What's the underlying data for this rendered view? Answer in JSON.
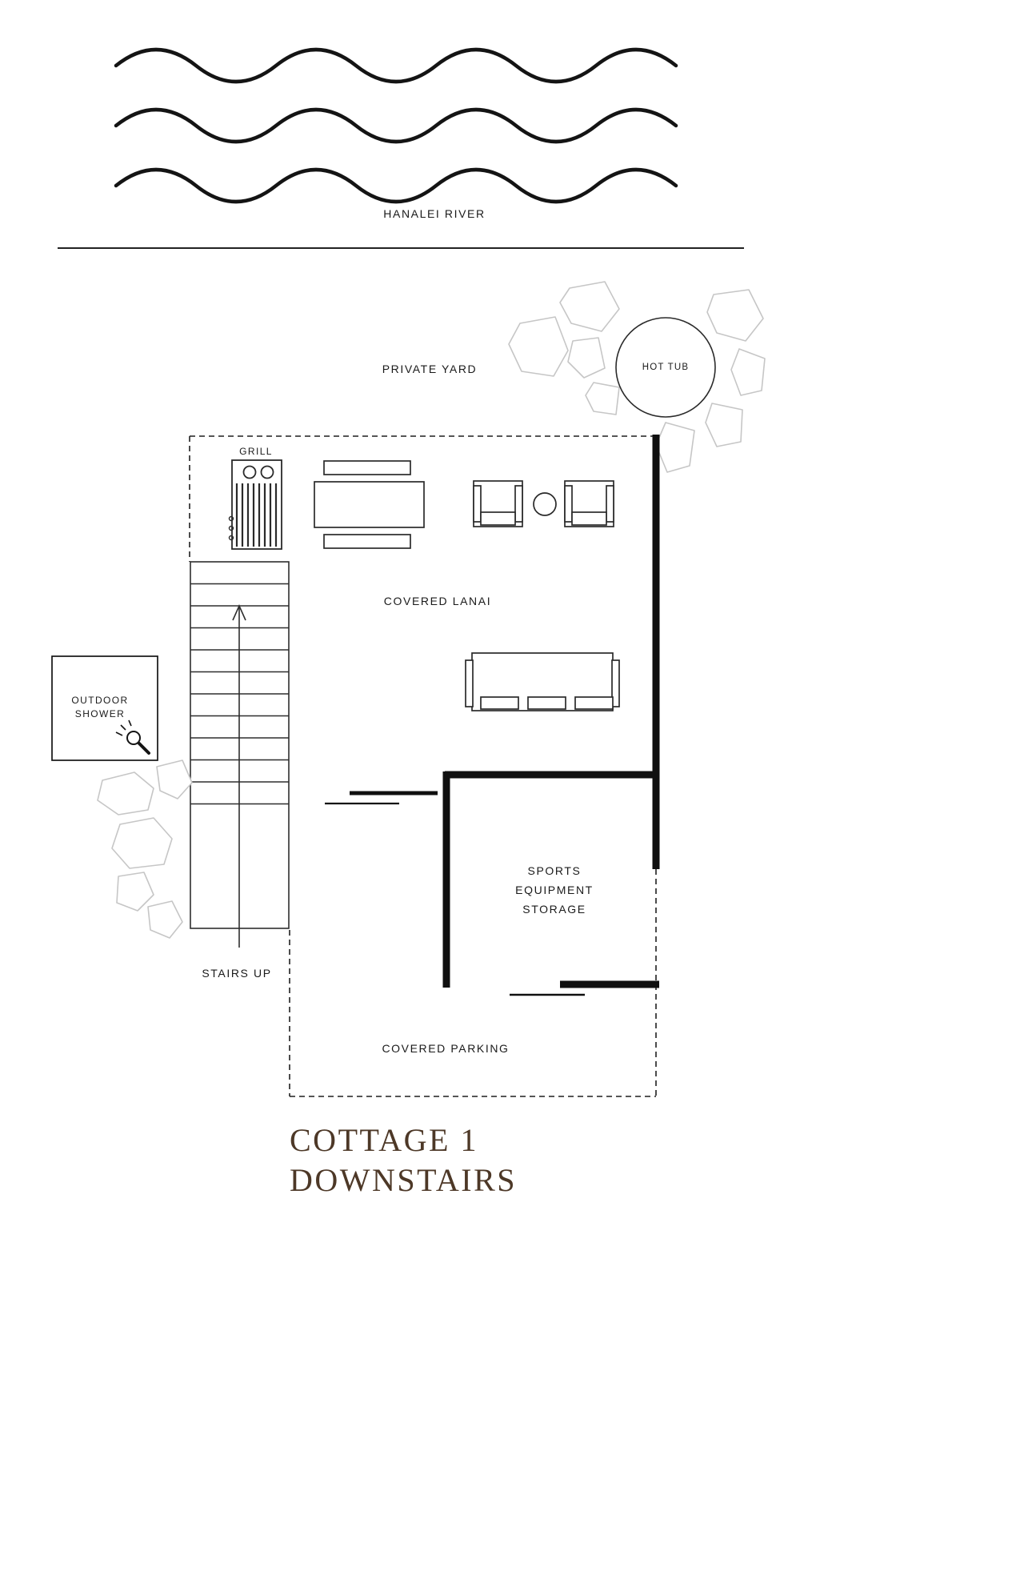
{
  "labels": {
    "river": "HANALEI RIVER",
    "yard": "PRIVATE YARD",
    "hot_tub": "HOT TUB",
    "grill": "GRILL",
    "lanai": "COVERED LANAI",
    "outdoor_shower": [
      "OUTDOOR",
      "SHOWER"
    ],
    "storage": [
      "SPORTS",
      "EQUIPMENT",
      "STORAGE"
    ],
    "stairs": "STAIRS UP",
    "parking": "COVERED PARKING"
  },
  "title": [
    "COTTAGE 1",
    "DOWNSTAIRS"
  ],
  "colors": {
    "ink": "#1a1a1a",
    "rock_outline": "#c6c6c6",
    "title_brown": "#4d3827"
  }
}
